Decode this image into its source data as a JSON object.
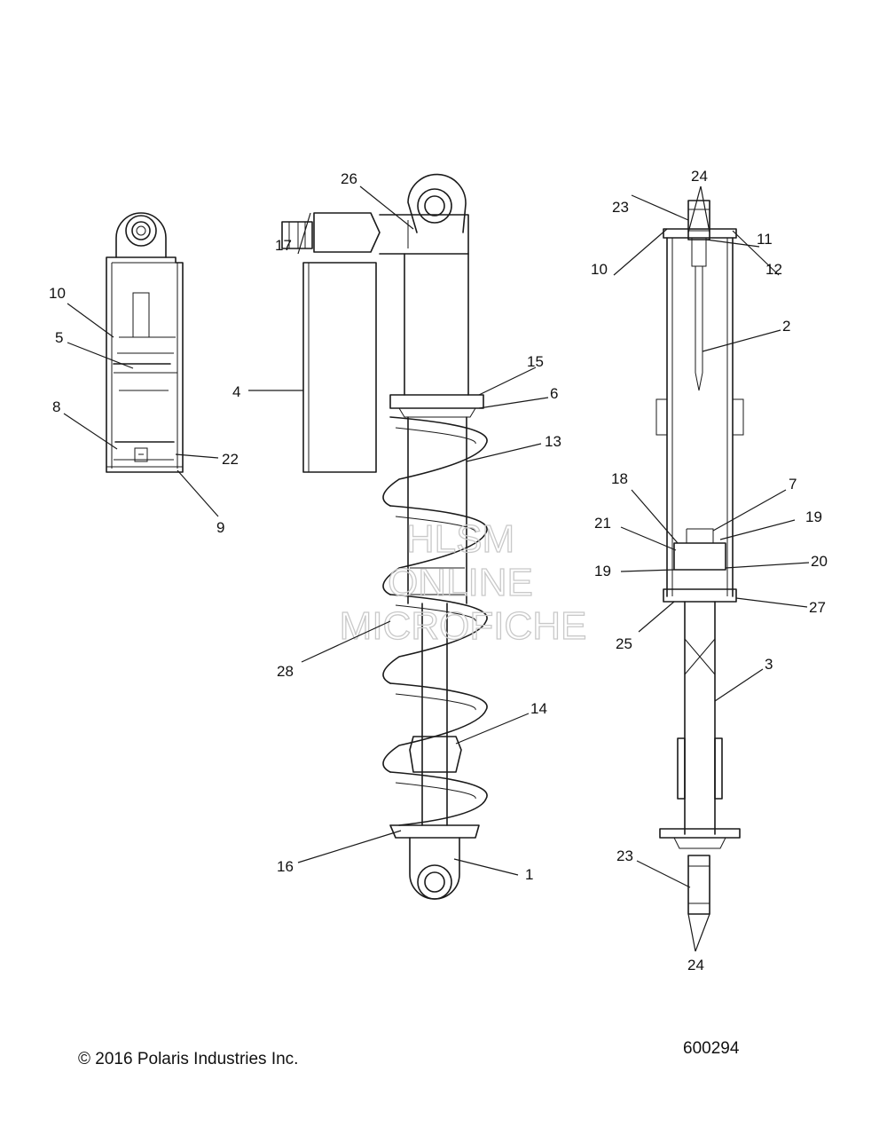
{
  "watermark": {
    "line1": "HLSM",
    "line2": "ONLINE",
    "line3": "MICROFICHE"
  },
  "footer": {
    "copyright": "© 2016 Polaris Industries Inc.",
    "figure_number": "600294"
  },
  "callouts": {
    "left": {
      "c10": "10",
      "c5": "5",
      "c8": "8",
      "c22": "22",
      "c9": "9"
    },
    "center": {
      "c26": "26",
      "c17": "17",
      "c4": "4",
      "c15": "15",
      "c6": "6",
      "c13": "13",
      "c28": "28",
      "c14": "14",
      "c16": "16",
      "c1": "1"
    },
    "right": {
      "c24a": "24",
      "c23a": "23",
      "c11": "11",
      "c10": "10",
      "c12": "12",
      "c2": "2",
      "c18": "18",
      "c7": "7",
      "c21": "21",
      "c19a": "19",
      "c19b": "19",
      "c20": "20",
      "c27": "27",
      "c25": "25",
      "c3": "3",
      "c23b": "23",
      "c24b": "24"
    }
  }
}
